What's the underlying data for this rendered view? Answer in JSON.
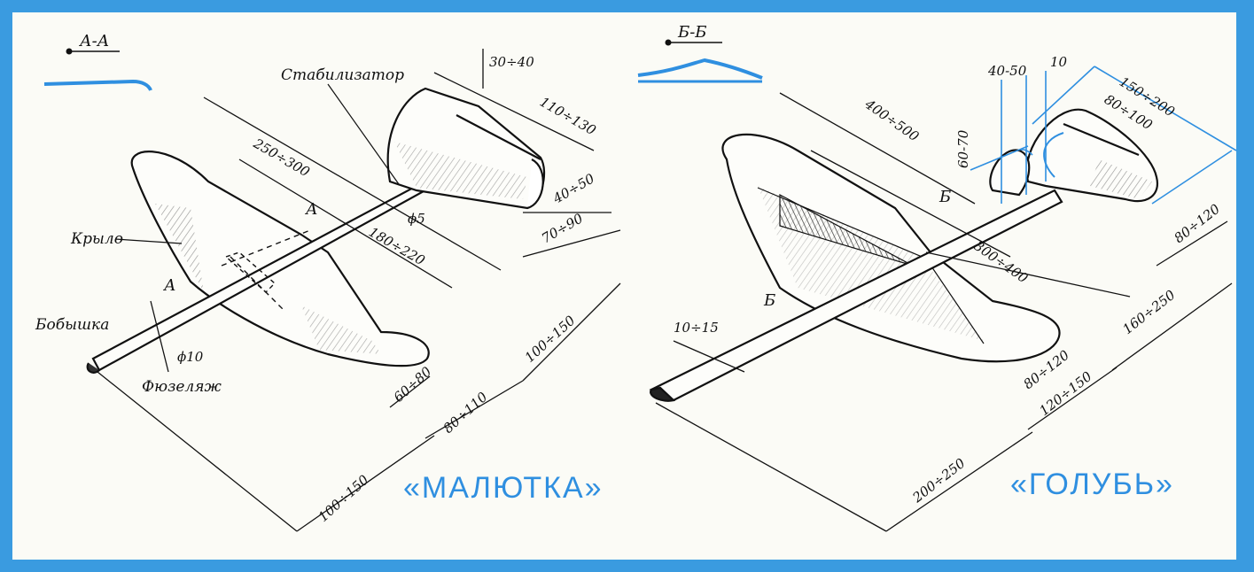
{
  "left_model": {
    "title": "«МАЛЮТКА»",
    "section": "А-А",
    "labels": {
      "stabilizer": "Стабилизатор",
      "wing": "Крыло",
      "bobyshka": "Бобышка",
      "fuselage": "Фюзеляж",
      "section_mark": "А",
      "d5": "ϕ5",
      "d10": "ϕ10"
    },
    "dims": {
      "d30_40": "30÷40",
      "d110_130": "110÷130",
      "d250_300": "250÷300",
      "d180_220": "180÷220",
      "d40_50": "40÷50",
      "d70_90": "70÷90",
      "d100_150a": "100÷150",
      "d60_80": "60÷80",
      "d80_110": "80÷110",
      "d100_150b": "100÷150"
    }
  },
  "right_model": {
    "title": "«ГОЛУБЬ»",
    "section": "Б-Б",
    "labels": {
      "section_mark": "Б"
    },
    "dims": {
      "d40_50": "40-50",
      "d10": "10",
      "d150_200": "150÷200",
      "d80_100": "80÷100",
      "d60_70": "60-70",
      "d400_500": "400÷500",
      "d300_400": "300÷400",
      "d80_120a": "80÷120",
      "d10_15": "10÷15",
      "d160_250": "160÷250",
      "d80_120b": "80÷120",
      "d120_150": "120÷150",
      "d200_250": "200÷250"
    }
  },
  "colors": {
    "accent": "#2f8fe0",
    "line": "#111111",
    "paper": "#fbfbf6"
  }
}
